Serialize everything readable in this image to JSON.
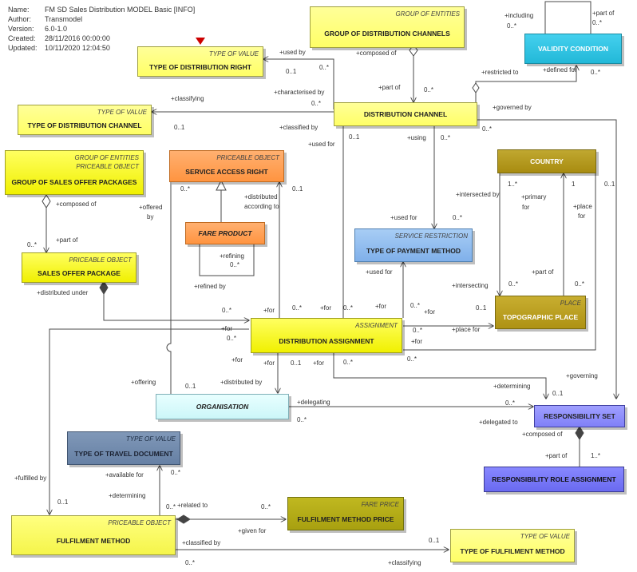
{
  "info": {
    "rows": [
      {
        "k": "Name:",
        "v": "FM SD Sales Distribution MODEL Basic [INFO]"
      },
      {
        "k": "Author:",
        "v": "Transmodel"
      },
      {
        "k": "Version:",
        "v": "6.0-1.0"
      },
      {
        "k": "Created:",
        "v": "28/11/2016 00:00:00"
      },
      {
        "k": "Updated:",
        "v": "10/11/2020 12:04:50"
      }
    ]
  },
  "boxes": {
    "group_dist_channels": {
      "stereo": "GROUP OF ENTITIES",
      "name": "GROUP OF DISTRIBUTION CHANNELS"
    },
    "validity_condition": {
      "stereo": "",
      "name": "VALIDITY CONDITION"
    },
    "type_dist_right": {
      "stereo": "TYPE OF VALUE",
      "name": "TYPE OF DISTRIBUTION RIGHT"
    },
    "type_dist_channel": {
      "stereo": "TYPE OF VALUE",
      "name": "TYPE OF DISTRIBUTION CHANNEL"
    },
    "distribution_channel": {
      "stereo": "",
      "name": "DISTRIBUTION CHANNEL"
    },
    "group_sales_packages": {
      "stereo": "GROUP OF ENTITIES\nPRICEABLE OBJECT",
      "name": "GROUP OF SALES OFFER PACKAGES"
    },
    "service_access_right": {
      "stereo": "PRICEABLE OBJECT",
      "name": "SERVICE ACCESS RIGHT"
    },
    "country": {
      "stereo": "",
      "name": "COUNTRY"
    },
    "fare_product": {
      "stereo": "",
      "name": "FARE PRODUCT"
    },
    "type_payment_method": {
      "stereo": "SERVICE RESTRICTION",
      "name": "TYPE OF PAYMENT METHOD"
    },
    "sales_offer_package": {
      "stereo": "PRICEABLE OBJECT",
      "name": "SALES OFFER PACKAGE"
    },
    "topographic_place": {
      "stereo": "PLACE",
      "name": "TOPOGRAPHIC PLACE"
    },
    "distribution_assignment": {
      "stereo": "ASSIGNMENT",
      "name": "DISTRIBUTION ASSIGNMENT"
    },
    "organisation": {
      "stereo": "",
      "name": "ORGANISATION"
    },
    "responsibility_set": {
      "stereo": "",
      "name": "RESPONSIBILITY SET"
    },
    "type_travel_document": {
      "stereo": "TYPE OF VALUE",
      "name": "TYPE OF TRAVEL DOCUMENT"
    },
    "responsibility_role_assignment": {
      "stereo": "",
      "name": "RESPONSIBILITY ROLE ASSIGNMENT"
    },
    "fulfilment_method_price": {
      "stereo": "FARE PRICE",
      "name": "FULFILMENT METHOD PRICE"
    },
    "fulfilment_method": {
      "stereo": "PRICEABLE OBJECT",
      "name": "FULFILMENT METHOD"
    },
    "type_fulfilment_method": {
      "stereo": "TYPE OF VALUE",
      "name": "TYPE OF FULFILMENT METHOD"
    }
  },
  "labels": [
    "+including",
    "0..*",
    "+part of",
    "0..*",
    "+composed of",
    "0..*",
    "+part of",
    "+used by",
    "0..1",
    "+restricted to",
    "+defined for",
    "0..*",
    "+characterised by",
    "0..*",
    "+classifying",
    "0..1",
    "0..*",
    "+classified by",
    "+governed by",
    "0..1",
    "0..*",
    "+using",
    "0..*",
    "+used for",
    "0..1",
    "+offered",
    "by",
    "0..*",
    "+composed of",
    "0..*",
    "+part of",
    "+distributed",
    "according to",
    "0..1",
    "+intersected by",
    "1..*",
    "+primary",
    "for",
    "1",
    "+place",
    "for",
    "+refining",
    "0..*",
    "+refined by",
    "+used for",
    "0..*",
    "+used for",
    "+part of",
    "+intersecting",
    "0..*",
    "0..*",
    "+distributed under",
    "0..*",
    "+for",
    "0..*",
    "+for",
    "0..*",
    "+for",
    "0..*",
    "+for",
    "0..1",
    "+for",
    "0..*",
    "+place for",
    "+for",
    "0..*",
    "+for",
    "+for",
    "0..1",
    "+for",
    "0..*",
    "+offering",
    "0..1",
    "+distributed by",
    "0..*",
    "+determining",
    "0..1",
    "+governing",
    "+delegating",
    "0..*",
    "0..*",
    "+delegated to",
    "+composed of",
    "+part of",
    "1..*",
    "+available for",
    "0..*",
    "+determining",
    "+fulfilled by",
    "0..1",
    "0..*",
    "+related to",
    "0..*",
    "+given for",
    "+classified by",
    "0..1",
    "0..*",
    "+classifying"
  ],
  "colors": {
    "yellow": "#ffff70",
    "orange": "#ff9a40",
    "olive": "#b39b1a",
    "blue": "#8ab4e8",
    "cyan": "#33c3e0",
    "slate": "#6a86a8",
    "purple": "#8080ff",
    "khaki": "#b0a810",
    "lightcyan": "#d8ffff"
  },
  "icons": {
    "marker": "red-triangle-icon"
  }
}
